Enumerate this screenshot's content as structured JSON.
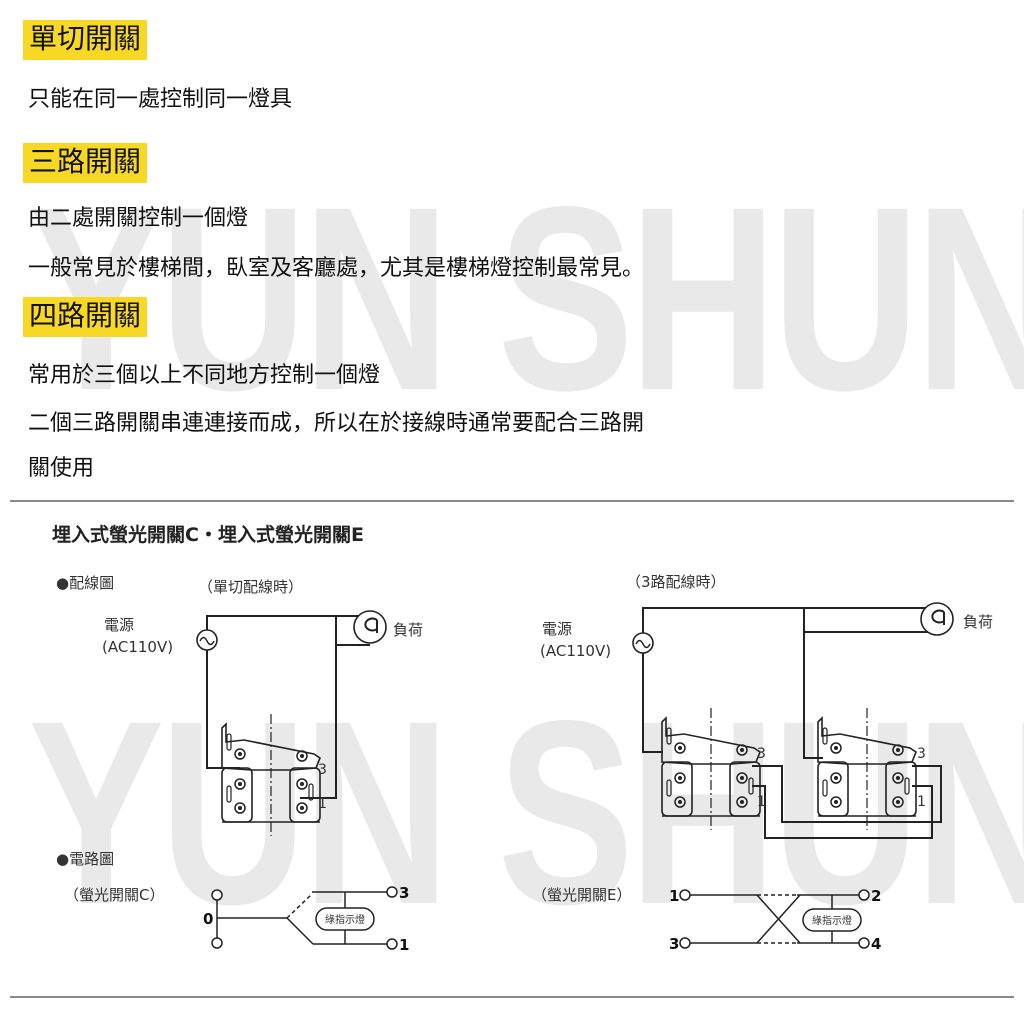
{
  "watermark": "YUN SHUN",
  "sections": [
    {
      "title": "單切開關",
      "lines": [
        "只能在同一處控制同一燈具"
      ]
    },
    {
      "title": "三路開關",
      "lines": [
        "由二處開關控制一個燈",
        "一般常見於樓梯間，臥室及客廳處，尤其是樓梯燈控制最常見。"
      ]
    },
    {
      "title": "四路開關",
      "lines": [
        "常用於三個以上不同地方控制一個燈",
        "二個三路開關串連連接而成，所以在於接線時通常要配合三路開",
        "關使用"
      ]
    }
  ],
  "colors": {
    "highlight": "#f7d824",
    "watermark": "#e9e9e9",
    "divider": "#8a8a8a",
    "line": "#222222"
  },
  "diagram": {
    "title": "埋入式螢光開關C・埋入式螢光開關E",
    "wiring_label": "●配線圖",
    "single_caption": "（單切配線時）",
    "three_way_caption": "（3路配線時）",
    "power_label": "電源",
    "power_spec": "(AC110V)",
    "load_label": "負荷",
    "terminal_3": "3",
    "terminal_1": "1",
    "circuit_label": "●電路圖",
    "switch_c_label": "（螢光開關C）",
    "switch_e_label": "（螢光開關E）",
    "indicator_label": "綠指示燈",
    "c_terminals": [
      "0",
      "3",
      "1"
    ],
    "e_terminals": [
      "1",
      "2",
      "3",
      "4"
    ]
  }
}
